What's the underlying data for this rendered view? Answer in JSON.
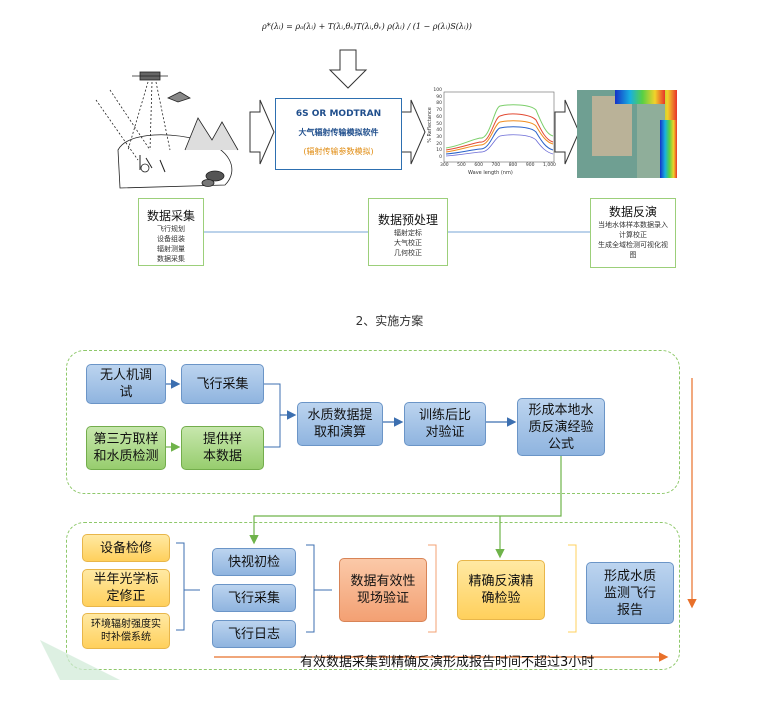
{
  "top": {
    "formula": "ρ*(λᵢ) = ρₐ(λᵢ) + T(λᵢ,θₛ)T(λᵢ,θᵥ) ρ(λᵢ) / (1 − ρ(λᵢ)S(λᵢ))",
    "center_box": {
      "line1": "6S OR MODTRAN",
      "line2": "大气辐射传输模拟软件",
      "line3": "(辐射传输参数模拟)"
    },
    "spectral_plot": {
      "ylabel": "% Reflectance",
      "xlabel": "Wave length (nm)",
      "y_ticks": [
        "100",
        "90",
        "80",
        "70",
        "60",
        "50",
        "40",
        "30",
        "20",
        "10",
        "0"
      ],
      "x_ticks": [
        "300",
        "500",
        "600",
        "700",
        "800",
        "900",
        "1,000"
      ],
      "colors": [
        "#7ccf6b",
        "#e24a33",
        "#f08c1e",
        "#2a62c9",
        "#6b6bd6"
      ]
    },
    "stages": [
      {
        "title": "数据采集",
        "lines": [
          "飞行规划",
          "设备组装",
          "辐射测量",
          "数据采集"
        ]
      },
      {
        "title": "数据预处理",
        "lines": [
          "辐射定标",
          "大气校正",
          "几何校正"
        ]
      },
      {
        "title": "数据反演",
        "lines": [
          "当地水体样本数据录入",
          "计算校正",
          "生成全域检测可视化视图"
        ]
      }
    ]
  },
  "caption": "2、实施方案",
  "flow": {
    "upper": {
      "uav_debug": "无人机调试",
      "flight_collect": "飞行采集",
      "third_party": "第三方取样和水质检测",
      "provide_samples": "提供样本数据",
      "extract_invert": "水质数据提取和演算",
      "train_verify": "训练后比对验证",
      "local_formula": "形成本地水质反演经验公式"
    },
    "lower": {
      "equip_check": "设备检修",
      "half_year": "半年光学标定修正",
      "env_radiation": "环境辐射强度实时补偿系统",
      "quick_check": "快视初检",
      "flight_collect2": "飞行采集",
      "flight_log": "飞行日志",
      "field_verify": "数据有效性现场验证",
      "precise_invert": "精确反演精确检验",
      "report": "形成水质监测飞行报告"
    },
    "bottom_note": "有效数据采集到精确反演形成报告时间不超过3小时"
  },
  "colors": {
    "blue_node": "#9fc0e6",
    "green_node": "#a9d88a",
    "yellow_node": "#ffd86e",
    "orange_node": "#f5ad82",
    "dashed_border": "#8ec86a",
    "arrow_orange": "#e8702a",
    "arrow_green": "#6fb34a"
  }
}
